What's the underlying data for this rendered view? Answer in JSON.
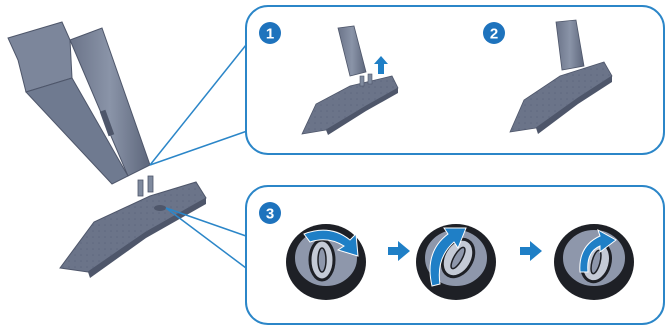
{
  "steps": [
    {
      "number": "1"
    },
    {
      "number": "2"
    },
    {
      "number": "3"
    }
  ],
  "colors": {
    "accent": "#1f7fc6",
    "badge": "#1e73bd",
    "panel_border": "#2b86c8",
    "stand_light": "#7f8a9e",
    "stand_mid": "#6b7489",
    "stand_dark": "#4e566a",
    "screw_black": "#1e2026",
    "screw_grey": "#8e97ab"
  },
  "icons": {
    "arrow": "right-arrow-icon",
    "rotate": "rotate-arrow-icon",
    "lift": "up-arrow-icon"
  }
}
